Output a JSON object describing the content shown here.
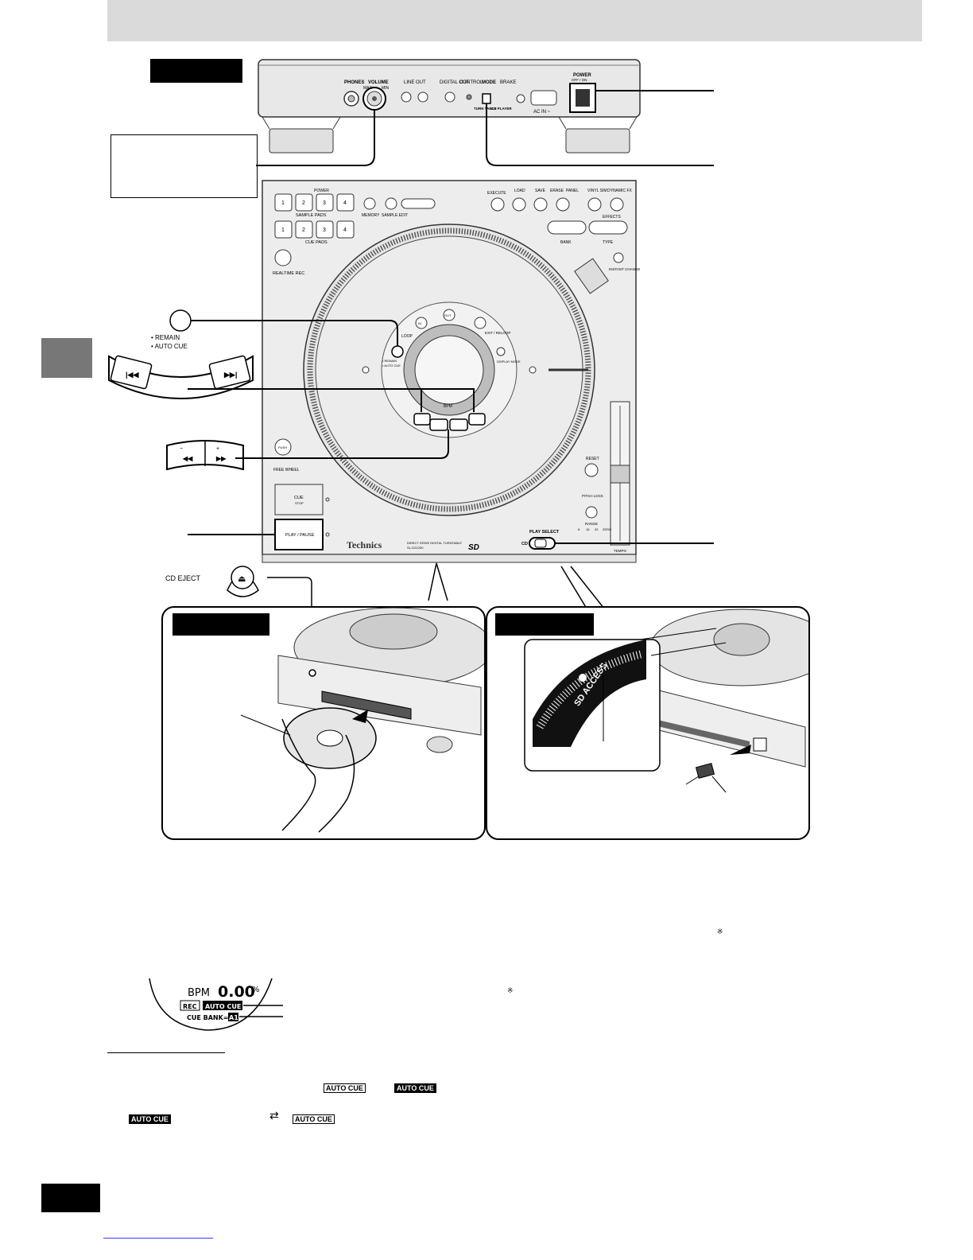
{
  "rear": {
    "phones": "PHONES",
    "volume": "VOLUME",
    "max": "MAX",
    "min": "MIN",
    "line_out": "LINE OUT",
    "digital_out": "DIGITAL OUT",
    "control": "CONTROL",
    "mode": "MODE",
    "mode_turntable": "TURN TABLE",
    "mode_cd_player": "CD PLAYER",
    "brake": "BRAKE",
    "ac_in": "AC IN ~",
    "power": "POWER",
    "power_sub": "OFF / ON"
  },
  "top": {
    "power": "POWER",
    "sample_pads": "SAMPLE PADS",
    "cue_pads": "CUE PADS",
    "pad_numbers": [
      "1",
      "2",
      "3",
      "4"
    ],
    "memory": "MEMORY",
    "sample_edit": "SAMPLE EDIT",
    "execute": "EXECUTE",
    "load": "LOAD",
    "save": "SAVE",
    "erase": "ERASE",
    "panel": "PANEL",
    "vinyl_sim": "VINYL SIM",
    "dynamic_fx": "DYNAMIC FX",
    "bank": "BANK",
    "type": "TYPE",
    "effects": "EFFECTS",
    "realtime_rec": "REALTIME REC",
    "instant_change": "INSTANT CHANGE",
    "in": "IN",
    "out": "OUT",
    "loop": "LOOP",
    "exit_reloop": "EXIT / RELOOP",
    "remain": "• REMAIN",
    "auto_cue": "• AUTO CUE",
    "display_mode": "DISPLAY MODE",
    "bpm": "BPM",
    "push": "PUSH",
    "free_wheel": "FREE WHEEL",
    "cue": "CUE",
    "stop": "STOP",
    "play_pause": "PLAY / PAUSE",
    "reset": "RESET",
    "pitch_lock": "PITCH LOCK",
    "range": "RANGE",
    "range_values": [
      "8",
      "16",
      "32",
      "ZERO"
    ],
    "tempo": "TEMPO",
    "play_select": "PLAY SELECT",
    "cd": "CD",
    "brand": "Technics",
    "model": "DIRECT DRIVE DIGITAL TURNTABLE",
    "model_no": "SL-DZ1200",
    "sd_logo": "SD"
  },
  "callouts": {
    "remain": "• REMAIN",
    "auto_cue": "• AUTO CUE",
    "cd_eject": "CD EJECT",
    "sd_access": "SD ACCESS"
  },
  "display": {
    "bpm": "BPM",
    "value": "0.00",
    "percent": "%",
    "rec": "REC",
    "auto_cue": "AUTO CUE",
    "cue_bank": "CUE BANK=",
    "bank_value": "A1"
  },
  "notes": {
    "mark": "※",
    "auto_cue_boxed": "AUTO CUE",
    "auto_cue_inverse": "AUTO CUE",
    "arrows": "⇄"
  }
}
